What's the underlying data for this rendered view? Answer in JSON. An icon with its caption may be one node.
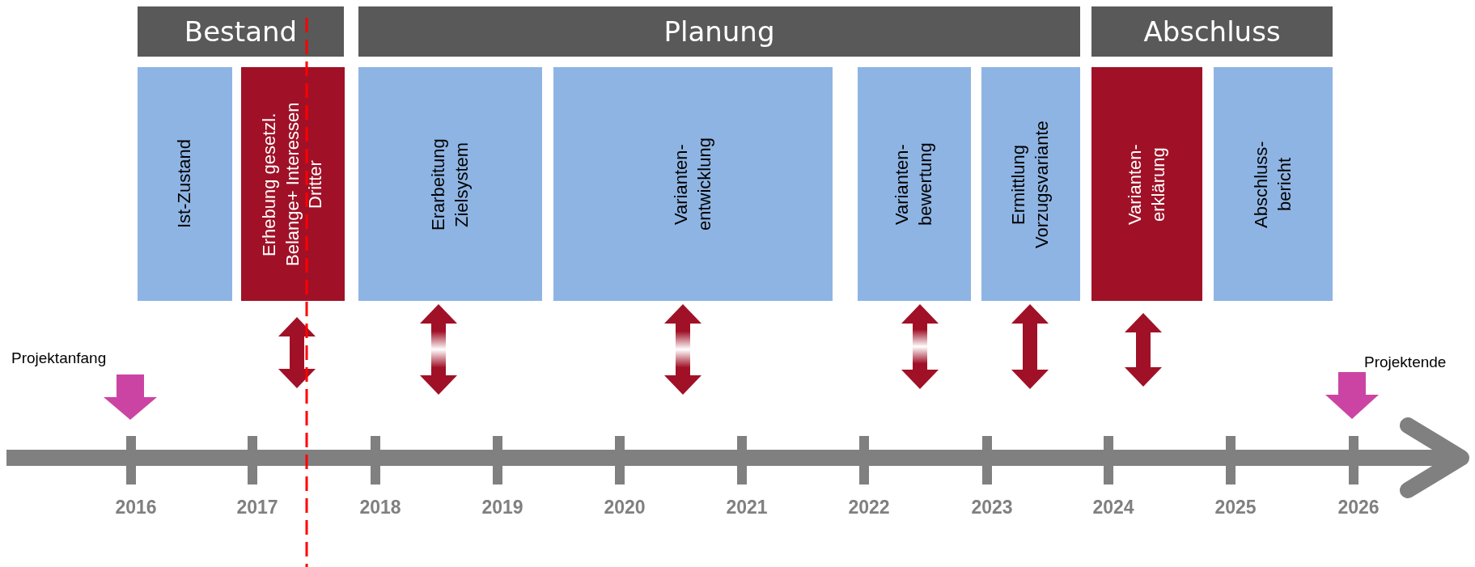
{
  "diagram": {
    "nodes": [
      {
        "text": [
          "Bestand"
        ]
      },
      {
        "text": [
          "Planung"
        ]
      },
      {
        "text": [
          "Abschluss"
        ]
      },
      {
        "text": [
          "Ist-Zustand"
        ]
      },
      {
        "text": [
          "Erhebung gesetzl. Belange+ Interessen Dritter"
        ]
      },
      {
        "text": [
          "Erarbeitung Zielsystem"
        ]
      },
      {
        "text": [
          "Varianten- entwicklung"
        ]
      },
      {
        "text": [
          "Varianten- bewertung"
        ]
      },
      {
        "text": [
          "Ermittlung Vorzugsvariante"
        ]
      },
      {
        "text": [
          "Varianten- erklärung"
        ]
      },
      {
        "text": [
          "Abschluss- bericht"
        ]
      }
    ],
    "labels": [
      "Projektanfang",
      "Projektende",
      "2016",
      "2017",
      "2018",
      "2019",
      "2020",
      "2021",
      "2022",
      "2023",
      "2024",
      "2025",
      "2026"
    ]
  }
}
